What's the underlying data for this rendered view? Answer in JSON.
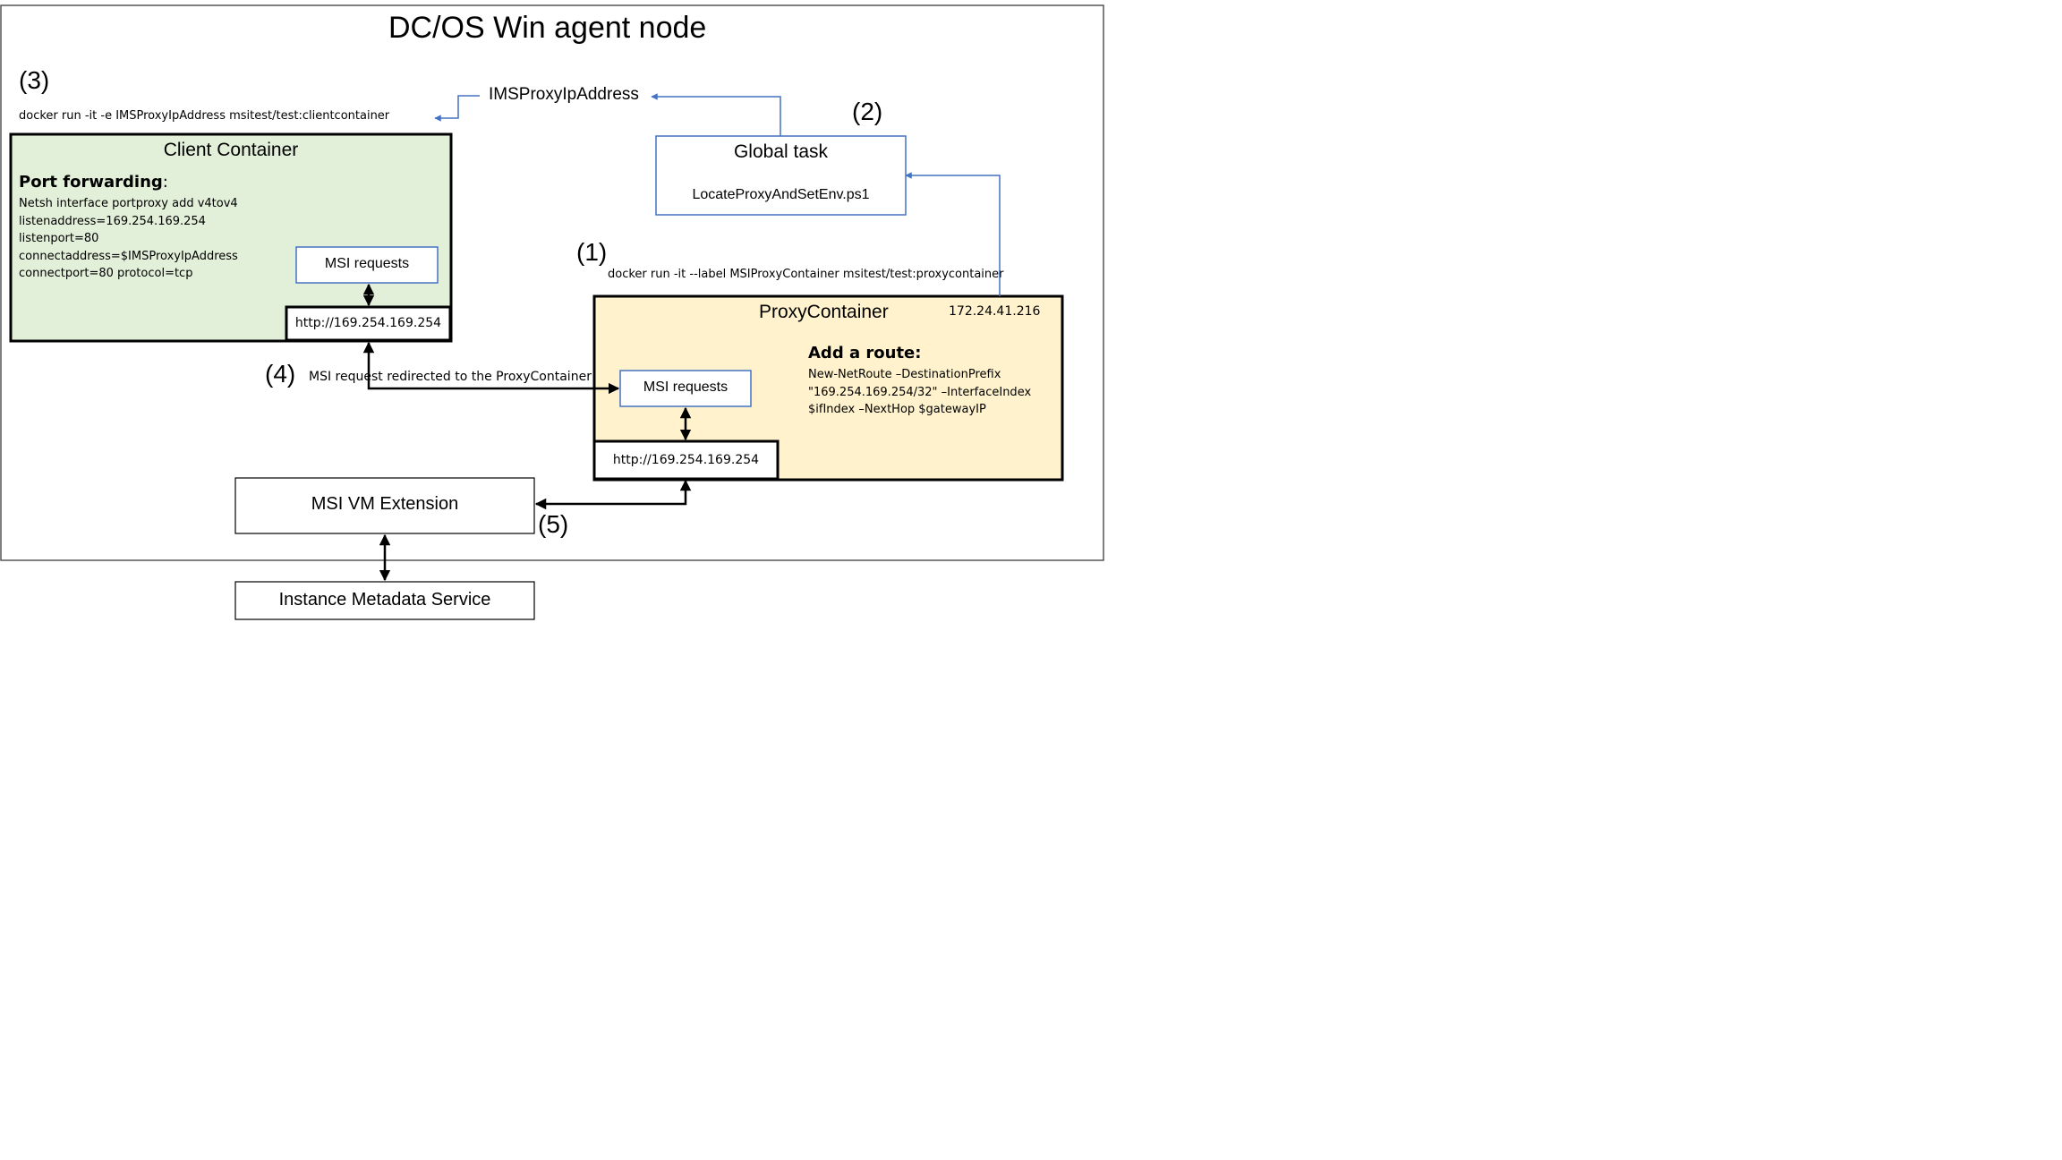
{
  "diagram": {
    "title": "DC/OS Win agent node",
    "steps": {
      "s1": "(1)",
      "s2": "(2)",
      "s3": "(3)",
      "s4": "(4)",
      "s5": "(5)"
    },
    "commands": {
      "client": "docker  run -it -e IMSProxyIpAddress  msitest/test:clientcontainer",
      "proxy": "docker  run -it --label MSIProxyContainer  msitest/test:proxycontainer"
    },
    "env_var_label": "IMSProxyIpAddress",
    "global_task": {
      "title": "Global task",
      "script": "LocateProxyAndSetEnv.ps1"
    },
    "client_container": {
      "title": "Client Container",
      "heading": "Port forwarding",
      "heading_suffix": ":",
      "lines": [
        "Netsh interface portproxy  add v4tov4",
        "listenaddress=169.254.169.254",
        "listenport=80",
        "connectaddress=$IMSProxyIpAddress",
        "connectport=80  protocol=tcp"
      ],
      "msi_requests": "MSI requests",
      "endpoint": "http://169.254.169.254"
    },
    "proxy_container": {
      "title": "ProxyContainer",
      "ip": "172.24.41.216",
      "heading": "Add a route:",
      "lines": [
        "New-NetRoute –DestinationPrefix",
        "\"169.254.169.254/32\"  –InterfaceIndex",
        "$ifIndex –NextHop  $gatewayIP"
      ],
      "msi_requests": "MSI requests",
      "endpoint": "http://169.254.169.254"
    },
    "redirect_label": "MSI request redirected to the ProxyContainer",
    "msi_vm_extension": "MSI VM Extension",
    "instance_metadata_service": "Instance Metadata Service",
    "colors": {
      "client_fill": "#e2efd9",
      "proxy_fill": "#fff2cc",
      "blue_line": "#4472c4",
      "box_border": "#000000",
      "blue_box_border": "#4472c4"
    }
  }
}
